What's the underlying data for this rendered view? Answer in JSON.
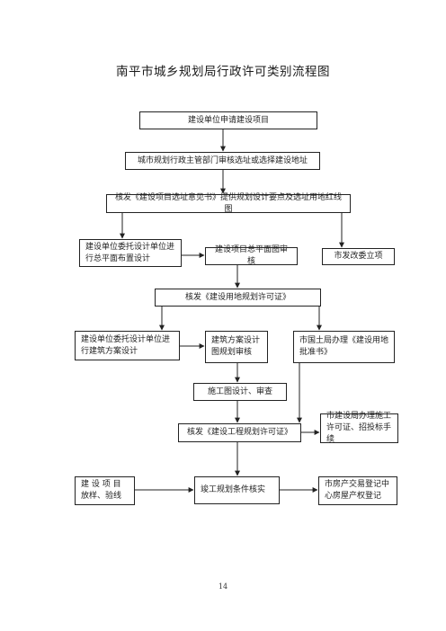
{
  "title": "南平市城乡规划局行政许可类别流程图",
  "page_number": "14",
  "nodes": {
    "n1": "建设单位申请建设项目",
    "n2": "城市规划行政主管部门审核选址或选择建设地址",
    "n3": "核发《建设项目选址意见书》提供规划设计要点及选址用地红线图",
    "n4": "建设单位委托设计单位进行总平面布置设计",
    "n5": "建设项目总平面图审核",
    "n6": "市发改委立项",
    "n7": "核发《建设用地规划许可证》",
    "n8": "建设单位委托设计单位进行建筑方案设计",
    "n9": "建筑方案设计图规划审核",
    "n10": "市国土局办理《建设用地批准书》",
    "n11": "施工图设计、审查",
    "n12": "核发《建设工程规划许可证》",
    "n13": "市建设局办理施工许可证、招投标手续",
    "n14": "建 设 项 目 放样、验线",
    "n15": "竣工规划条件核实",
    "n16": "市房产交易登记中心房屋产权登记"
  }
}
